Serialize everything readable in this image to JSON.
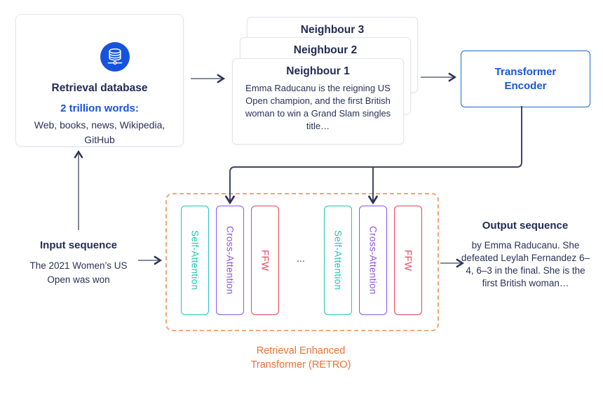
{
  "diagram": {
    "database": {
      "icon": "database-icon",
      "title": "Retrieval database",
      "stat": "2 trillion words:",
      "sources": "Web, books, news, Wikipedia, GitHub"
    },
    "neighbours": {
      "back_title": "Neighbour 3",
      "middle_title": "Neighbour 2",
      "front_title": "Neighbour 1",
      "front_body": "Emma Raducanu is the reigning US Open champion, and the first British woman to win a Grand Slam singles title…"
    },
    "encoder": {
      "title": "Transformer Encoder"
    },
    "input": {
      "title": "Input sequence",
      "body": "The 2021 Women’s US Open was won"
    },
    "output": {
      "title": "Output sequence",
      "body": "by Emma Raducanu. She defeated Leylah Fernandez 6–4, 6–3 in the final. She is the first British woman…"
    },
    "retro": {
      "blocks": [
        {
          "label": "Self-Attention",
          "color": "#23c4b4"
        },
        {
          "label": "Cross-Attention",
          "color": "#8a55e8"
        },
        {
          "label": "FFW",
          "color": "#ea4159"
        },
        {
          "label": "Self-Attention",
          "color": "#23c4b4"
        },
        {
          "label": "Cross-Attention",
          "color": "#8a55e8"
        },
        {
          "label": "FFW",
          "color": "#ea4159"
        }
      ],
      "ellipsis": "...",
      "caption": "Retrieval Enhanced Transformer (RETRO)"
    },
    "colors": {
      "navy_text": "#232b55",
      "blue_accent": "#1656d6",
      "icon_circle_blue": "#1553dd",
      "encoder_border": "#1c6bc4",
      "teal": "#23c4b4",
      "purple": "#8a55e8",
      "red": "#ea4159",
      "orange_dashed_border": "#f2a67c",
      "orange_caption": "#ee7135",
      "arrow_gray": "#767b8c",
      "connector_navy": "#3e4563",
      "card_border": "#e4e6ec"
    }
  }
}
